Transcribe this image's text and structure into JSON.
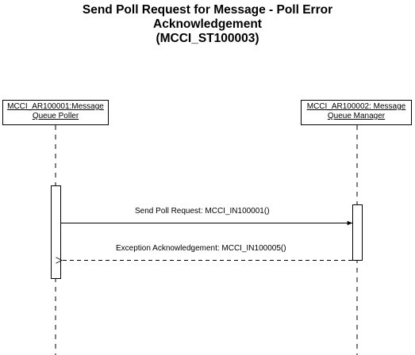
{
  "diagram": {
    "title_lines": [
      "Send Poll Request for Message - Poll Error",
      "Acknowledgement",
      "(MCCI_ST100003)"
    ],
    "actors": [
      {
        "line1": "MCCI_AR100001:Message",
        "line2": "Queue Poller"
      },
      {
        "line1": "MCCI_AR100002: Message",
        "line2": "Queue Manager"
      }
    ],
    "messages": [
      {
        "label": "Send Poll Request: MCCI_IN100001()",
        "from": "actor-0",
        "to": "actor-1",
        "style": "solid"
      },
      {
        "label": "Exception Acknowledgement: MCCI_IN100005()",
        "from": "actor-1",
        "to": "actor-0",
        "style": "dashed"
      }
    ]
  }
}
